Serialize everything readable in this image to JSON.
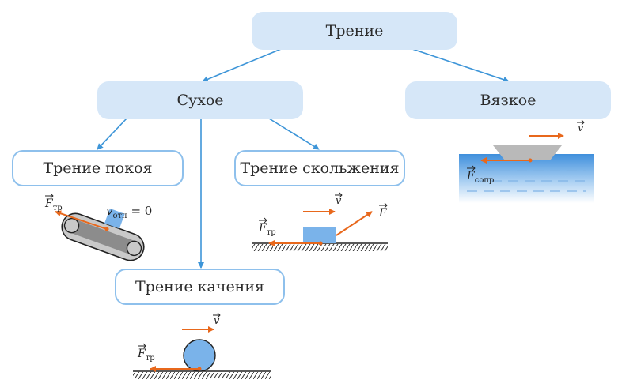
{
  "nodes": {
    "root": "Трение",
    "dry": "Сухое",
    "viscous": "Вязкое",
    "rest": "Трение покоя",
    "sliding": "Трение скольжения",
    "rolling": "Трение качения"
  },
  "labels": {
    "F": "F",
    "v": "v",
    "tr": "тр",
    "sopr": "сопр",
    "v_rel": "v",
    "v_rel_sub": "отн",
    "eq_zero": " = 0"
  },
  "colors": {
    "node_fill": "#d6e7f8",
    "node_border": "#8ec0ec",
    "connector": "#3d95d8",
    "force_arrow": "#e8681c",
    "block": "#7ab3ea",
    "water_top": "#3f8fdc"
  }
}
